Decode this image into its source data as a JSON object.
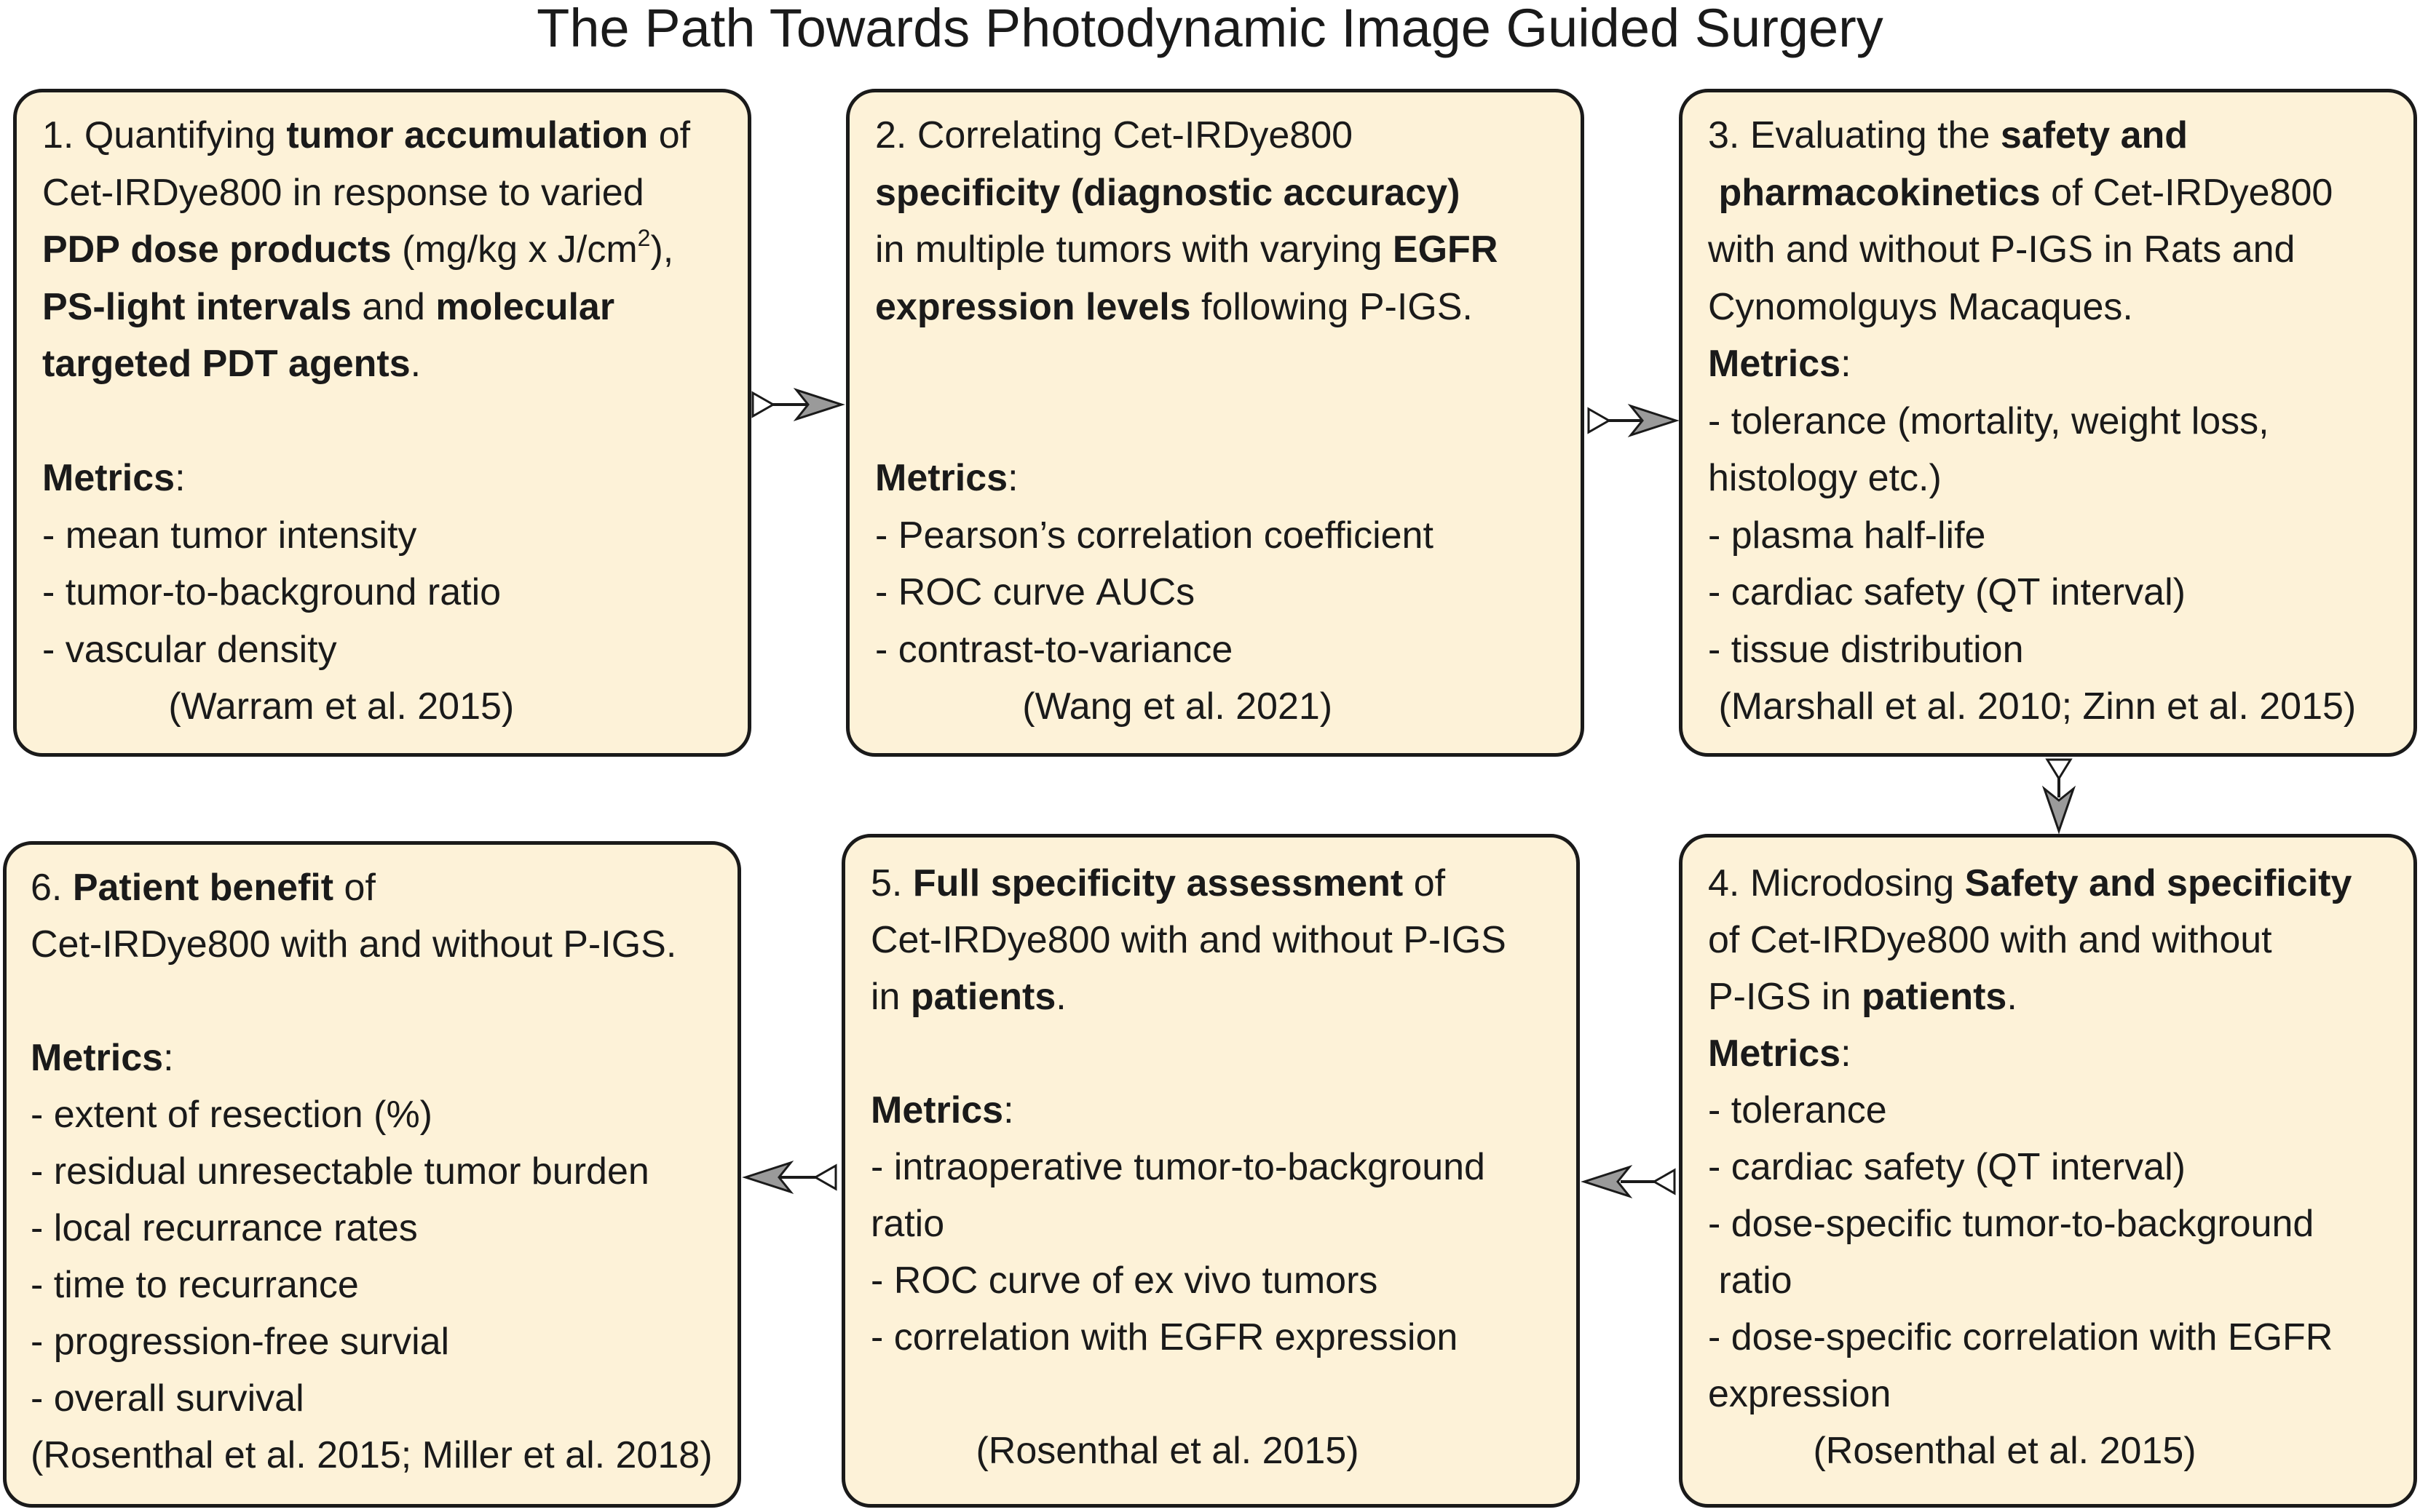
{
  "title": "The Path Towards Photodynamic Image Guided Surgery",
  "colors": {
    "box_fill": "#fdf2d8",
    "box_border": "#1a1a1a",
    "arrow_fill": "#9a9a9a"
  },
  "boxes": [
    {
      "step": "1",
      "lines": [
        [
          {
            "t": "1. Quantifying "
          },
          {
            "t": "tumor accumulation",
            "b": true
          },
          {
            "t": " of"
          }
        ],
        [
          {
            "t": "Cet-IRDye800 in response to varied"
          }
        ],
        [
          {
            "t": "PDP dose products",
            "b": true
          },
          {
            "t": " (mg/kg x J/cm"
          },
          {
            "t": "2",
            "sup": true
          },
          {
            "t": "),"
          }
        ],
        [
          {
            "t": "PS-light intervals",
            "b": true
          },
          {
            "t": " and "
          },
          {
            "t": "molecular",
            "b": true
          }
        ],
        [
          {
            "t": "targeted PDT agents",
            "b": true
          },
          {
            "t": "."
          }
        ],
        [],
        [
          {
            "t": "Metrics",
            "b": true
          },
          {
            "t": ":"
          }
        ],
        [
          {
            "t": "- mean tumor intensity"
          }
        ],
        [
          {
            "t": "- tumor-to-background ratio"
          }
        ],
        [
          {
            "t": "- vascular density"
          }
        ],
        [
          {
            "t": "            (Warram et al. 2015)"
          }
        ]
      ]
    },
    {
      "step": "2",
      "lines": [
        [
          {
            "t": "2. Correlating Cet-IRDye800"
          }
        ],
        [
          {
            "t": "specificity (diagnostic accuracy)",
            "b": true
          }
        ],
        [
          {
            "t": "in multiple tumors with varying "
          },
          {
            "t": "EGFR",
            "b": true
          }
        ],
        [
          {
            "t": "expression levels",
            "b": true
          },
          {
            "t": " following P-IGS."
          }
        ],
        [],
        [],
        [
          {
            "t": "Metrics",
            "b": true
          },
          {
            "t": ":"
          }
        ],
        [
          {
            "t": "- Pearson’s correlation coefficient"
          }
        ],
        [
          {
            "t": "- ROC curve AUCs"
          }
        ],
        [
          {
            "t": "- contrast-to-variance"
          }
        ],
        [
          {
            "t": "              (Wang et al. 2021)"
          }
        ]
      ]
    },
    {
      "step": "3",
      "lines": [
        [
          {
            "t": "3. Evaluating the "
          },
          {
            "t": "safety and",
            "b": true
          }
        ],
        [
          {
            "t": " pharmacokinetics",
            "b": true
          },
          {
            "t": " of Cet-IRDye800"
          }
        ],
        [
          {
            "t": "with and without P-IGS in Rats and"
          }
        ],
        [
          {
            "t": "Cynomolguys Macaques."
          }
        ],
        [
          {
            "t": "Metrics",
            "b": true
          },
          {
            "t": ":"
          }
        ],
        [
          {
            "t": "- tolerance (mortality, weight loss,"
          }
        ],
        [
          {
            "t": "histology etc.)"
          }
        ],
        [
          {
            "t": "- plasma half-life"
          }
        ],
        [
          {
            "t": "- cardiac safety (QT interval)"
          }
        ],
        [
          {
            "t": "- tissue distribution"
          }
        ],
        [
          {
            "t": " (Marshall et al. 2010; Zinn et al. 2015)"
          }
        ]
      ]
    },
    {
      "step": "4",
      "lines": [
        [
          {
            "t": "4. Microdosing "
          },
          {
            "t": "Safety and specificity",
            "b": true
          }
        ],
        [
          {
            "t": "of Cet-IRDye800 with and without"
          }
        ],
        [
          {
            "t": "P-IGS in "
          },
          {
            "t": "patients",
            "b": true
          },
          {
            "t": "."
          }
        ],
        [
          {
            "t": "Metrics",
            "b": true
          },
          {
            "t": ":"
          }
        ],
        [
          {
            "t": "- tolerance"
          }
        ],
        [
          {
            "t": "- cardiac safety (QT interval)"
          }
        ],
        [
          {
            "t": "- dose-specific tumor-to-background"
          }
        ],
        [
          {
            "t": " ratio"
          }
        ],
        [
          {
            "t": "- dose-specific correlation with EGFR"
          }
        ],
        [
          {
            "t": "expression"
          }
        ],
        [
          {
            "t": "          (Rosenthal et al. 2015)"
          }
        ]
      ]
    },
    {
      "step": "5",
      "lines": [
        [
          {
            "t": "5. "
          },
          {
            "t": "Full specificity assessment",
            "b": true
          },
          {
            "t": " of"
          }
        ],
        [
          {
            "t": "Cet-IRDye800 with and without P-IGS"
          }
        ],
        [
          {
            "t": "in "
          },
          {
            "t": "patients",
            "b": true
          },
          {
            "t": "."
          }
        ],
        [],
        [
          {
            "t": "Metrics",
            "b": true
          },
          {
            "t": ":"
          }
        ],
        [
          {
            "t": "- intraoperative tumor-to-background"
          }
        ],
        [
          {
            "t": "ratio"
          }
        ],
        [
          {
            "t": "- ROC curve of ex vivo tumors"
          }
        ],
        [
          {
            "t": "- correlation with EGFR expression"
          }
        ],
        [],
        [
          {
            "t": "          (Rosenthal et al. 2015)"
          }
        ]
      ]
    },
    {
      "step": "6",
      "lines": [
        [
          {
            "t": "6. "
          },
          {
            "t": "Patient benefit",
            "b": true
          },
          {
            "t": " of"
          }
        ],
        [
          {
            "t": "Cet-IRDye800 with and without P-IGS."
          }
        ],
        [],
        [
          {
            "t": "Metrics",
            "b": true
          },
          {
            "t": ":"
          }
        ],
        [
          {
            "t": "- extent of resection (%)"
          }
        ],
        [
          {
            "t": "- residual unresectable tumor burden"
          }
        ],
        [
          {
            "t": "- local recurrance rates"
          }
        ],
        [
          {
            "t": "- time to recurrance"
          }
        ],
        [
          {
            "t": "- progression-free survial"
          }
        ],
        [
          {
            "t": "- overall survival"
          }
        ],
        [
          {
            "t": "(Rosenthal et al. 2015; Miller et al. 2018)"
          }
        ]
      ]
    }
  ]
}
